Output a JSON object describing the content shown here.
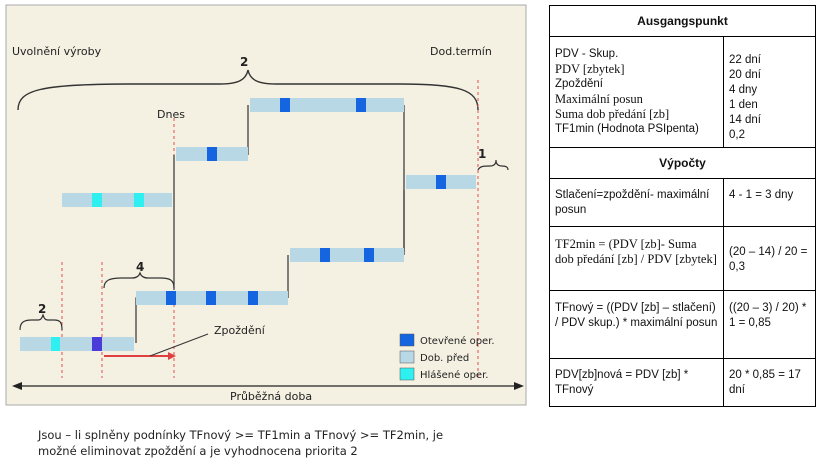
{
  "diagram": {
    "release_label": "Uvolnění výroby",
    "deadline_label": "Dod.termín",
    "today_label": "Dnes",
    "delay_label": "Zpoždění",
    "throughput_label": "Průběžná doba",
    "brace_top_label": "2",
    "brace_small_label": "2",
    "brace_mid_label": "4",
    "brace_right_label": "1",
    "legend": {
      "open_ops": "Otevřené oper.",
      "transfer": "Dob. před",
      "reported": "Hlášené oper."
    },
    "colors": {
      "open_ops": "#1565e0",
      "transfer": "#b8d8e6",
      "reported": "#2ff0f0",
      "frame_bg": "#f4f1e2",
      "dashed": "#e05050"
    }
  },
  "caption": {
    "line1": "Jsou – li splněny podnínky TFnový >= TF1min a TFnový >= TF2min, je",
    "line2": "možné eliminovat zpoždění a je vyhodnocena priorita 2"
  },
  "table": {
    "header1": "Ausgangspunkt",
    "params": [
      {
        "label": "PDV - Skup.",
        "value": "22 dní"
      },
      {
        "label": "PDV [zbytek]",
        "value": "20 dní"
      },
      {
        "label": "Zpoždění",
        "value": "4 dny"
      },
      {
        "label": "Maximální posun",
        "value": "1 den"
      },
      {
        "label": "Suma dob předání [zb]",
        "value": "14 dní"
      },
      {
        "label": "TF1min (Hodnota PSIpenta)",
        "value": "0,2"
      }
    ],
    "header2": "Výpočty",
    "rows": [
      {
        "label": "Stlačení=zpoždění- maximální posun",
        "value": "4 - 1 = 3 dny"
      },
      {
        "label": "TF2min = (PDV [zb]- Suma dob předání [zb] / PDV [zbytek]",
        "value": "(20 – 14) / 20 = 0,3"
      },
      {
        "label": "TFnový = ((PDV [zb] – stlačení) / PDV skup.) * maximální posun",
        "value": "((20 – 3) / 20) * 1 = 0,85"
      },
      {
        "label": "PDV[zb]nová = PDV [zb] * TFnový",
        "value": "20 * 0,85 = 17 dní"
      }
    ]
  }
}
